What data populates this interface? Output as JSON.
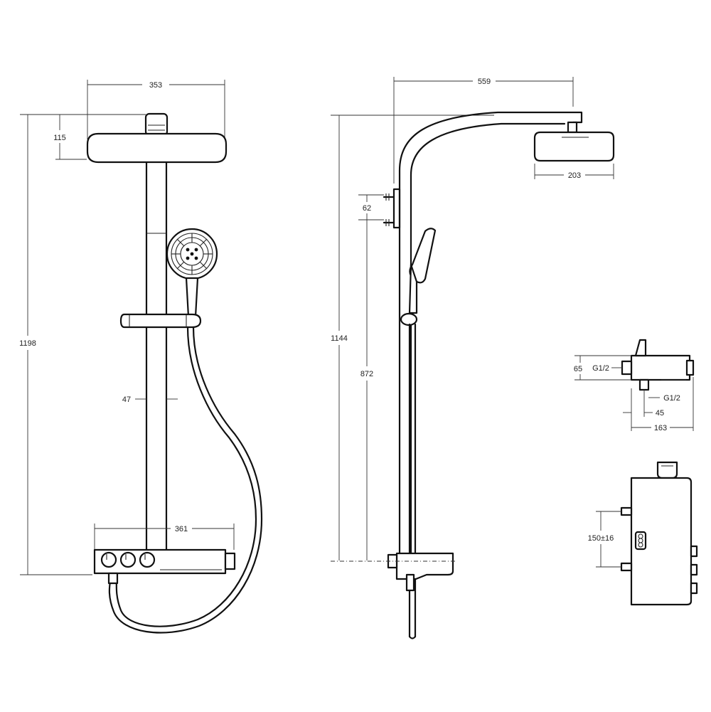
{
  "dimensions": {
    "head_width": "353",
    "head_height": "115",
    "total_height": "1198",
    "rail_offset": "47",
    "shelf_width": "361",
    "arm_reach": "559",
    "side_head_diameter": "203",
    "side_total_height": "1144",
    "bracket_spacing": "62",
    "side_lower_height": "872",
    "valve_height": "65",
    "thread_upper": "G1/2",
    "thread_lower": "G1/2",
    "outlet_offset": "45",
    "valve_depth": "163",
    "inlet_spacing": "150±16"
  }
}
